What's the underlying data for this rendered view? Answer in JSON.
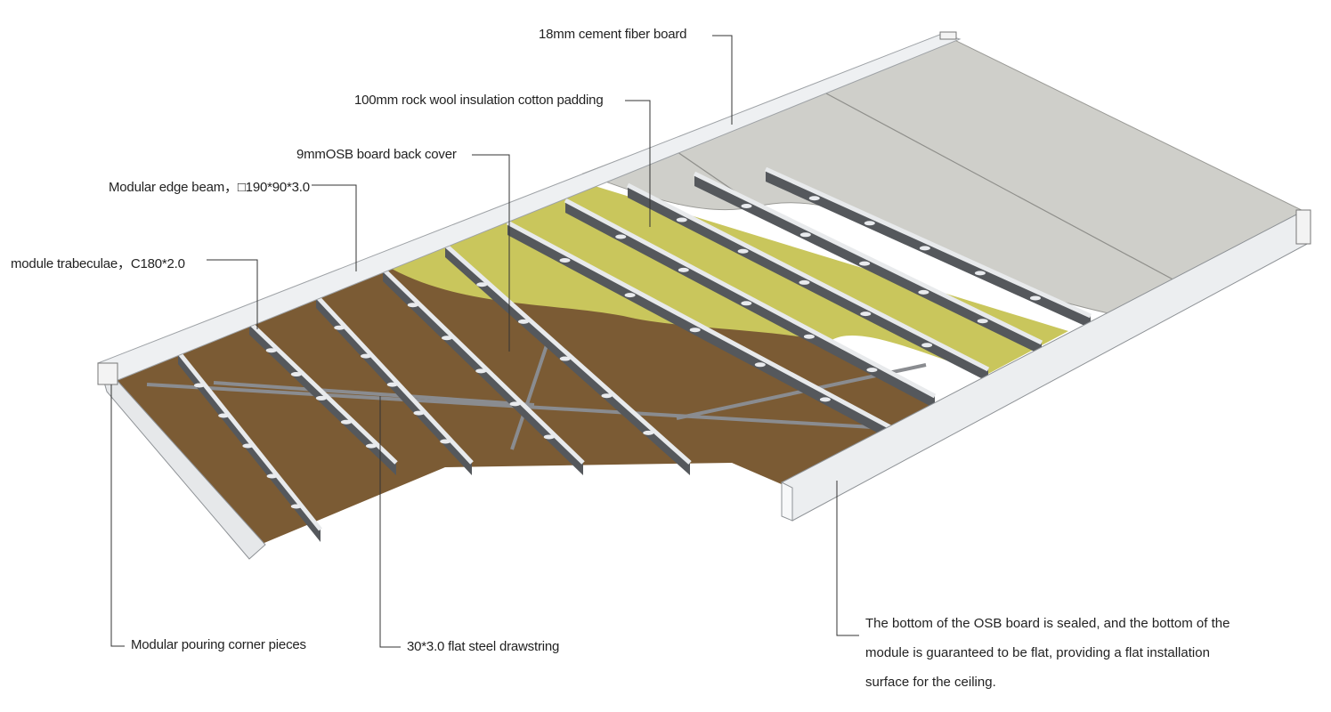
{
  "labels": {
    "cement_board": "18mm cement fiber board",
    "rock_wool": "100mm rock wool insulation cotton padding",
    "osb": "9mmOSB board back cover",
    "edge_beam": "Modular edge beam，□190*90*3.0",
    "trabeculae": "module trabeculae，C180*2.0",
    "corner_pieces": "Modular pouring corner pieces",
    "drawstring": "30*3.0 flat steel drawstring",
    "bottom_note": "The bottom of the OSB board is sealed, and the bottom of the module is guaranteed to be flat, providing a flat installation surface for the ceiling."
  },
  "colors": {
    "osb": "#7b5b34",
    "insulation": "#c9c65c",
    "cement": "#cfcfca",
    "steel": "#e6e8ea",
    "joist": "#55585c",
    "leader": "#333333"
  }
}
